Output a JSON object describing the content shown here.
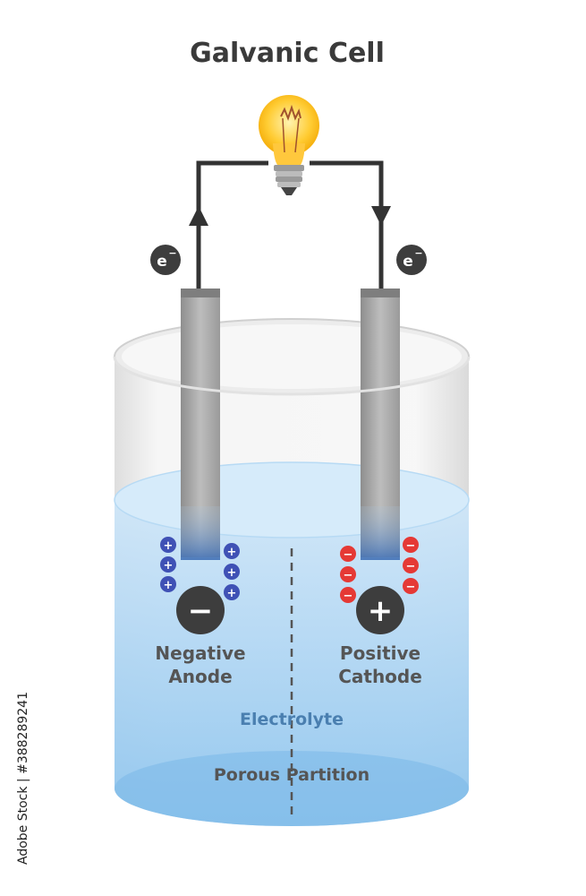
{
  "title": "Galvanic Cell",
  "electron_label": "e",
  "electron_superscript": "−",
  "anode": {
    "line1": "Negative",
    "line2": "Anode",
    "terminal_symbol": "−",
    "ion_symbol": "+",
    "ion_color": "#3f51b5"
  },
  "cathode": {
    "line1": "Positive",
    "line2": "Cathode",
    "terminal_symbol": "+",
    "ion_symbol": "−",
    "ion_color": "#e53935"
  },
  "electrolyte_label": "Electrolyte",
  "partition_label": "Porous Partition",
  "stock_id": "Adobe Stock | #388289241",
  "colors": {
    "title": "#3a3a3a",
    "label": "#555555",
    "electrolyte_text": "#4a7fb0",
    "wire": "#333333",
    "terminal": "#3d3d3d",
    "bulb_glass": "#ffc83d",
    "water": "#a9d4f2"
  }
}
